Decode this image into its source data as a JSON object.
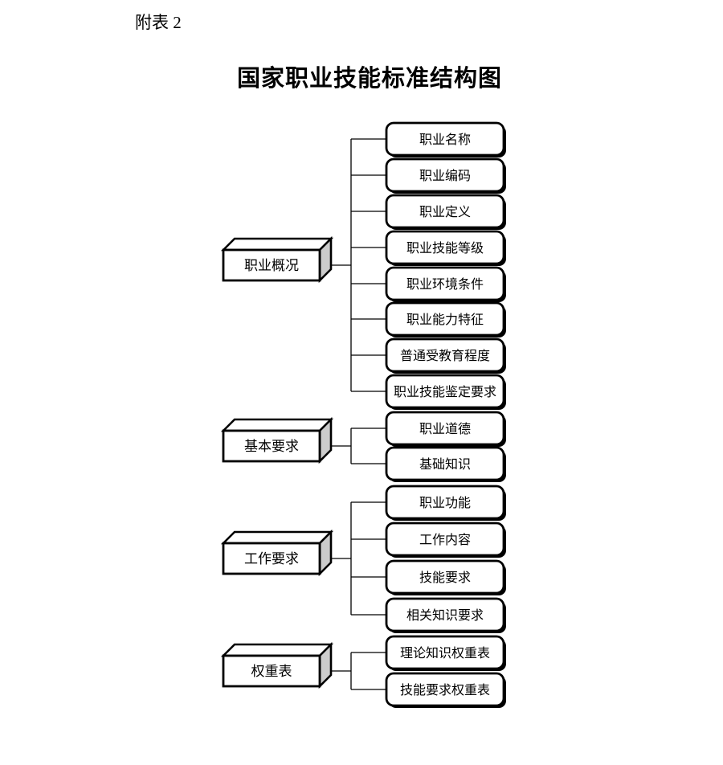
{
  "page": {
    "appendix_label": "附表 2",
    "title": "国家职业技能标准结构图"
  },
  "diagram": {
    "groups": [
      {
        "parent": "职业概况",
        "children": [
          "职业名称",
          "职业编码",
          "职业定义",
          "职业技能等级",
          "职业环境条件",
          "职业能力特征",
          "普通受教育程度",
          "职业技能鉴定要求"
        ]
      },
      {
        "parent": "基本要求",
        "children": [
          "职业道德",
          "基础知识"
        ]
      },
      {
        "parent": "工作要求",
        "children": [
          "职业功能",
          "工作内容",
          "技能要求",
          "相关知识要求"
        ]
      },
      {
        "parent": "权重表",
        "children": [
          "理论知识权重表",
          "技能要求权重表"
        ]
      }
    ]
  },
  "colors": {
    "line": "#000000",
    "box_fill": "#ffffff",
    "side_face": "#cccccc",
    "background": "#ffffff"
  }
}
